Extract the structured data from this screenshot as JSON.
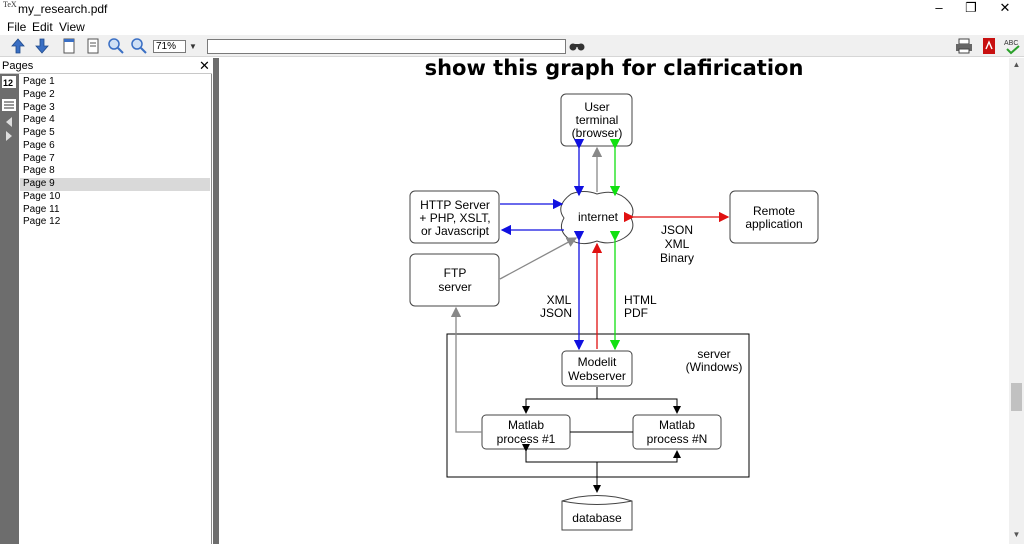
{
  "window": {
    "title": "my_research.pdf",
    "app_icon_text": "TeX",
    "minimize": "–",
    "maximize": "❐",
    "close": "✕"
  },
  "menu": [
    "File",
    "Edit",
    "View"
  ],
  "toolbar": {
    "zoom_value": "71%",
    "search_value": "",
    "icons": [
      "prev-page-icon",
      "next-page-icon",
      "page-icon",
      "page-icon-2",
      "zoom-in-icon",
      "zoom-out-icon",
      "find-icon",
      "print-icon",
      "pdf-icon",
      "spellcheck-icon"
    ]
  },
  "sidebar": {
    "title": "Pages",
    "close": "✕",
    "pages": [
      "Page 1",
      "Page 2",
      "Page 3",
      "Page 4",
      "Page 5",
      "Page 6",
      "Page 7",
      "Page 8",
      "Page 9",
      "Page 10",
      "Page 11",
      "Page 12"
    ],
    "selected_index": 8
  },
  "document": {
    "heading": "show this graph for clafirication",
    "diagram": {
      "nodes": {
        "user_terminal": [
          "User",
          "terminal",
          "(browser)"
        ],
        "http_server": [
          "HTTP Server",
          "+ PHP, XSLT,",
          "or Javascript"
        ],
        "internet": "internet",
        "remote_app": [
          "Remote",
          "application"
        ],
        "ftp_server": [
          "FTP",
          "server"
        ],
        "modelit": [
          "Modelit",
          "Webserver"
        ],
        "server_label": [
          "server",
          "(Windows)"
        ],
        "matlab1": [
          "Matlab",
          "process #1"
        ],
        "matlabN": [
          "Matlab",
          "process #N"
        ],
        "database": "database"
      },
      "labels": {
        "json_xml_binary": [
          "JSON",
          "XML",
          "Binary"
        ],
        "xml_json": [
          "XML",
          "JSON"
        ],
        "html_pdf": [
          "HTML",
          "PDF"
        ]
      },
      "colors": {
        "blue": "#1010e0",
        "red": "#e01010",
        "green": "#10e010",
        "gray": "#888888"
      }
    }
  }
}
